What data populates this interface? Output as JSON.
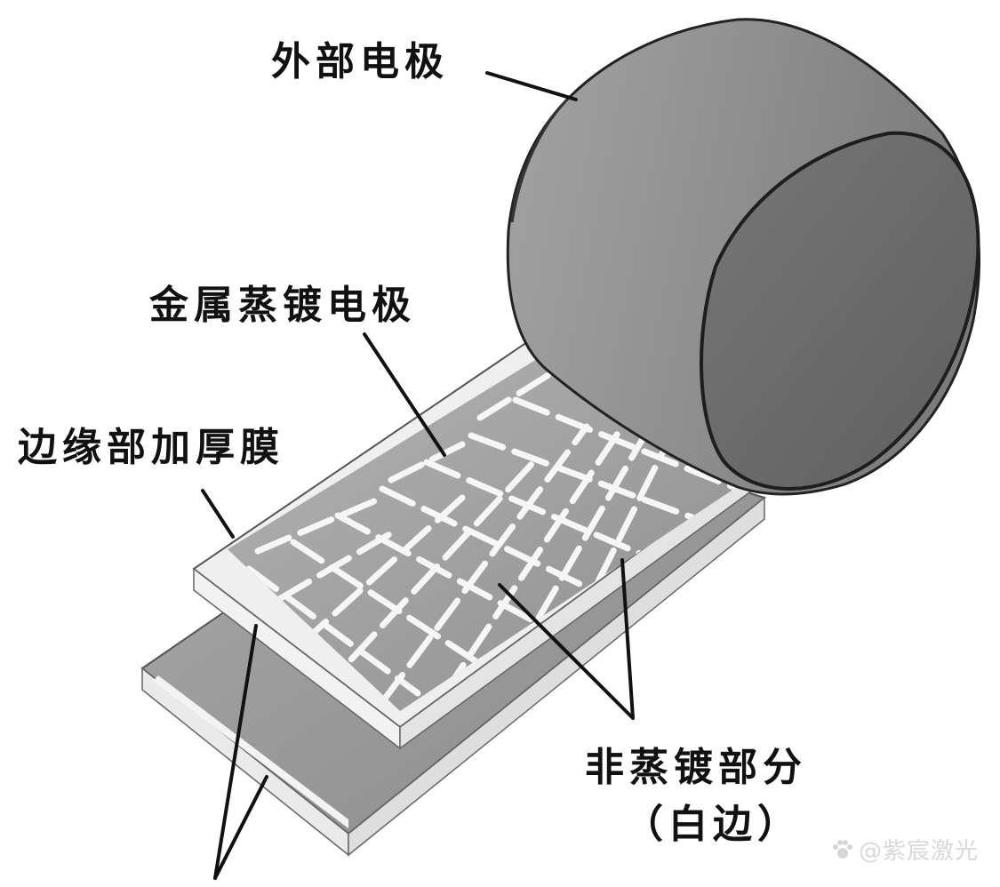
{
  "labels": {
    "outer_electrode": "外部电极",
    "metal_vapor_electrode": "金属蒸镀电极",
    "edge_thick_film": "边缘部加厚膜",
    "non_vapor_part": "非蒸镀部分",
    "non_vapor_sub": "（白边）"
  },
  "watermark": "@紫宸激光",
  "colors": {
    "cylinder_body": "#8d8d8d",
    "cylinder_face": "#6f6f6f",
    "film_top": "#9c9c9c",
    "film_edge": "#e9e9e9",
    "lines": "#111111"
  },
  "icons": {
    "watermark_icon": "paw-icon"
  }
}
